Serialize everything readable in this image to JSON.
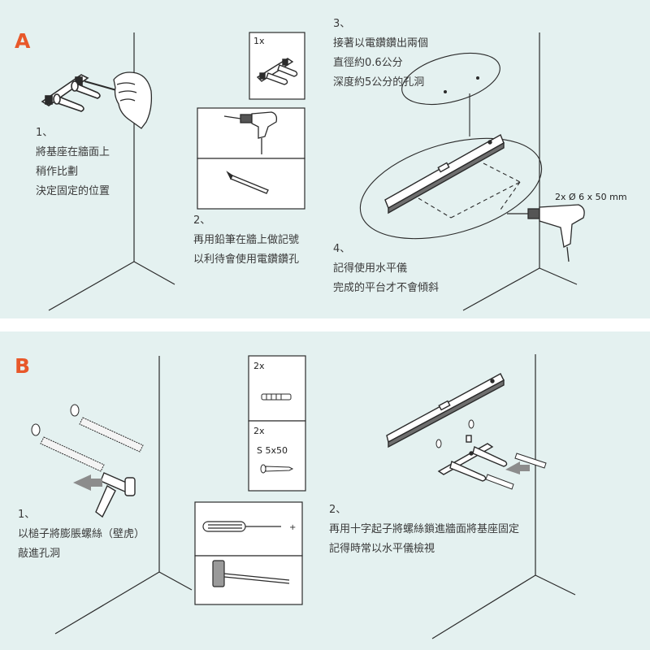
{
  "colors": {
    "panel_bg": "#E4F1F0",
    "accent": "#E8582A",
    "divider": "#FFFFFF",
    "line": "#2B2B2B",
    "text": "#3A3A3A"
  },
  "section_a": {
    "label": "A",
    "box_qty": "1x",
    "step1": {
      "num": "1、",
      "lines": [
        "將基座在牆面上",
        "稍作比劃",
        "決定固定的位置"
      ]
    },
    "step2": {
      "num": "2、",
      "lines": [
        "再用鉛筆在牆上做記號",
        "以利待會使用電鑽鑽孔"
      ]
    },
    "step3": {
      "num": "3、",
      "lines": [
        "接著以電鑽鑽出兩個",
        "直徑約0.6公分",
        "深度約5公分的孔洞"
      ]
    },
    "step4": {
      "num": "4、",
      "lines": [
        "記得使用水平儀",
        "完成的平台才不會傾斜"
      ]
    },
    "drill_spec": "2x Ø 6 x 50 mm",
    "icons": [
      "bracket-icon",
      "drill-icon",
      "pencil-icon",
      "spirit-level-icon",
      "hex-key-icon"
    ]
  },
  "section_b": {
    "label": "B",
    "anchor_qty": "2x",
    "screw_qty": "2x",
    "screw_spec": "S 5x50",
    "step1": {
      "num": "1、",
      "lines": [
        "以槌子將膨脹螺絲（壁虎）",
        "敲進孔洞"
      ]
    },
    "step2": {
      "num": "2、",
      "lines": [
        "再用十字起子將螺絲鎖進牆面將基座固定",
        "記得時常以水平儀檢視"
      ]
    },
    "icons": [
      "wall-anchor-icon",
      "screw-icon",
      "screwdriver-icon",
      "hammer-icon",
      "spirit-level-icon",
      "bracket-icon"
    ]
  }
}
